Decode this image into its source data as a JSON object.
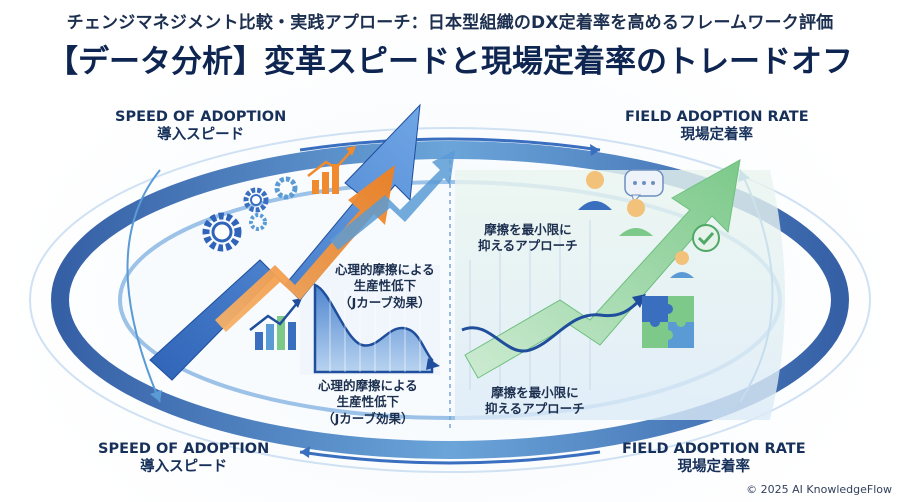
{
  "header": {
    "subtitle": "チェンジマネジメント比較・実践アプローチ：日本型組織のDX定着率を高めるフレームワーク評価",
    "title": "【データ分析】変革スピードと現場定着率のトレードオフ"
  },
  "corners": {
    "top_left": {
      "en": "SPEED OF ADOPTION",
      "jp": "導入スピード"
    },
    "top_right": {
      "en": "FIELD ADOPTION RATE",
      "jp": "現場定着率"
    },
    "bottom_left": {
      "en": "SPEED OF ADOPTION",
      "jp": "導入スピード"
    },
    "bottom_right": {
      "en": "FIELD ADOPTION RATE",
      "jp": "現場定着率"
    }
  },
  "notes": {
    "jcurve_upper": [
      "心理的摩擦による",
      "生産性低下",
      "（Jカーブ効果）"
    ],
    "jcurve_lower": [
      "心理的摩擦による",
      "生産性低下",
      "（Jカーブ効果）"
    ],
    "friction_upper": [
      "摩擦を最小限に",
      "抑えるアプローチ"
    ],
    "friction_lower": [
      "摩擦を最小限に",
      "抑えるアプローチ"
    ]
  },
  "icons": [
    "gear-icon",
    "bar-chart-icon",
    "people-icon",
    "chat-bubble-icon",
    "check-icon",
    "puzzle-icon"
  ],
  "colors": {
    "dark_blue": "#1f4e9c",
    "orange": "#f08a2c",
    "green": "#7cc98a",
    "light_blue": "#5b9bd5"
  },
  "footer": {
    "copyright": "© 2025 AI KnowledgeFlow"
  }
}
